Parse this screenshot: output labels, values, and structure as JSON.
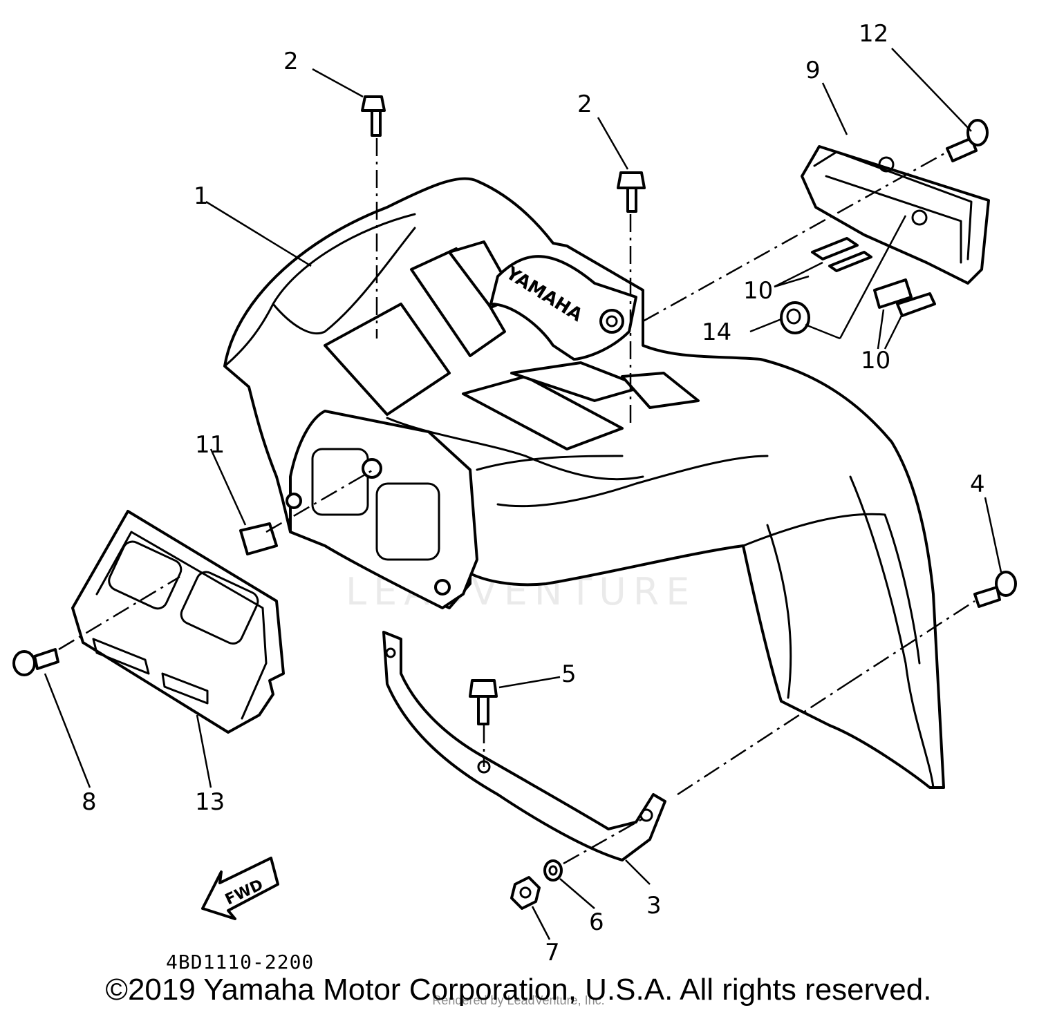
{
  "diagram": {
    "callouts": {
      "c1": "1",
      "c2a": "2",
      "c2b": "2",
      "c3": "3",
      "c4": "4",
      "c5": "5",
      "c6": "6",
      "c7": "7",
      "c8": "8",
      "c9": "9",
      "c10a": "10",
      "c10b": "10",
      "c11": "11",
      "c12": "12",
      "c13": "13",
      "c14": "14"
    },
    "logo_text": "YAMAHA",
    "fwd_label": "FWD",
    "part_number": "4BD1110-2200",
    "watermark": "LEADVENTURE"
  },
  "footer": {
    "copyright": "©2019 Yamaha Motor Corporation, U.S.A. All rights reserved.",
    "rendered_by": "Rendered by LeadVenture, Inc."
  }
}
